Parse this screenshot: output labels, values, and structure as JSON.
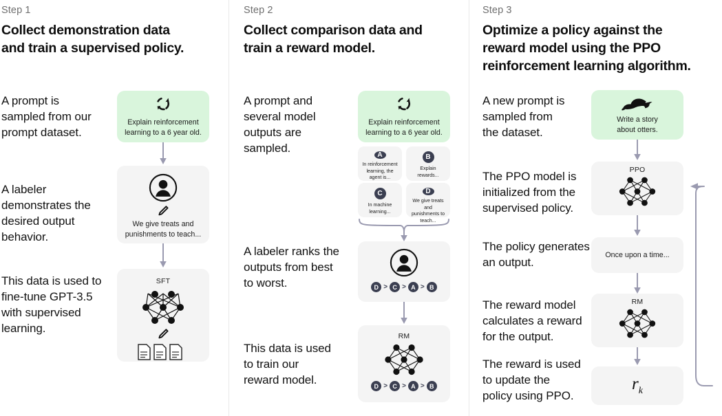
{
  "columns": [
    {
      "step_label": "Step 1",
      "title": "Collect demonstration data\nand train a supervised policy.",
      "descriptions": [
        "A prompt is\nsampled from our\nprompt dataset.",
        "A labeler\ndemonstrates the\ndesired output\nbehavior.",
        "This data is used to\nfine-tune GPT-3.5\nwith supervised\nlearning."
      ],
      "nodes": [
        {
          "name": "prompt-box",
          "text": "Explain reinforcement\nlearning to a 6 year old.",
          "icon": "refresh-icon",
          "green": true
        },
        {
          "name": "labeler-box",
          "text": "We give treats and\npunishments to teach...",
          "icon": "person-pencil-icon",
          "green": false
        },
        {
          "name": "sft-box",
          "title": "SFT",
          "icon": "neural-net-docs-icon",
          "green": false
        }
      ]
    },
    {
      "step_label": "Step 2",
      "title": "Collect comparison data and\ntrain a reward model.",
      "descriptions": [
        "A prompt and\nseveral model\noutputs are\nsampled.",
        "A labeler ranks the\noutputs from best\nto worst.",
        "This data is used\nto train our\nreward model."
      ],
      "nodes": [
        {
          "name": "prompt-box",
          "text": "Explain reinforcement\nlearning to a 6 year old.",
          "icon": "refresh-icon",
          "green": true
        },
        {
          "name": "ranking-box",
          "icon": "person-icon",
          "ranking": [
            "D",
            "C",
            "A",
            "B"
          ],
          "green": false
        },
        {
          "name": "reward-model-box",
          "title": "RM",
          "icon": "neural-net-icon",
          "ranking": [
            "D",
            "C",
            "A",
            "B"
          ],
          "green": false
        }
      ],
      "output_cards": [
        {
          "badge": "A",
          "text": "In reinforcement\nlearning, the\nagent is..."
        },
        {
          "badge": "B",
          "text": "Explain rewards..."
        },
        {
          "badge": "C",
          "text": "In machine\nlearning..."
        },
        {
          "badge": "D",
          "text": "We give treats and\npunishments to\nteach..."
        }
      ]
    },
    {
      "step_label": "Step 3",
      "title": "Optimize a policy against the\nreward model using the PPO\nreinforcement learning algorithm.",
      "descriptions": [
        "A new prompt is\nsampled from\nthe dataset.",
        "The PPO model is\ninitialized from the\nsupervised policy.",
        "The policy generates\nan output.",
        "The reward model\ncalculates a reward\nfor the output.",
        "The reward is used\nto update the\npolicy using PPO."
      ],
      "nodes": [
        {
          "name": "new-prompt-box",
          "text": "Write a story\nabout otters.",
          "icon": "otter-icon",
          "green": true
        },
        {
          "name": "ppo-box",
          "title": "PPO",
          "icon": "neural-net-icon",
          "green": false
        },
        {
          "name": "output-box",
          "text": "Once upon a time...",
          "green": false
        },
        {
          "name": "reward-model-box",
          "title": "RM",
          "icon": "neural-net-icon",
          "green": false
        },
        {
          "name": "reward-value-box",
          "text": "r",
          "subscript": "k",
          "green": false
        }
      ]
    }
  ],
  "colors": {
    "green_box": "#d9f5dc",
    "gray_box": "#f4f4f4",
    "badge": "#3b3f51",
    "arrow": "#9a9ab0",
    "text": "#111111",
    "muted_text": "#6e6e6e"
  }
}
